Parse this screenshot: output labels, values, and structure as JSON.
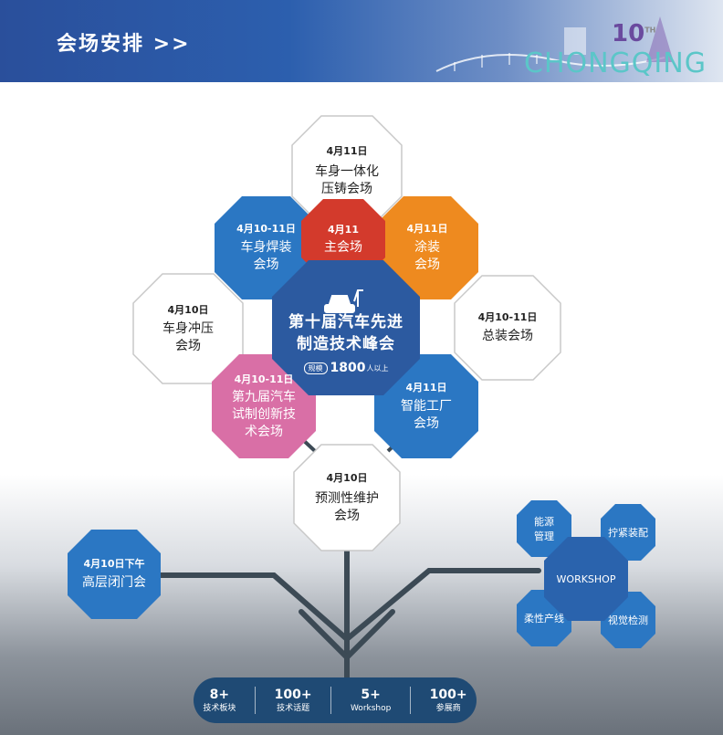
{
  "header": {
    "title": "会场安排 >>",
    "logo_word": "CHONGQING",
    "logo_num": "10",
    "logo_sup": "TH"
  },
  "nodes": {
    "top": {
      "date": "4月11日",
      "name1": "车身一体化",
      "name2": "压铸会场"
    },
    "welding": {
      "date": "4月10-11日",
      "name1": "车身焊装",
      "name2": "会场"
    },
    "main": {
      "date": "4月11",
      "name1": "主会场"
    },
    "painting": {
      "date": "4月11日",
      "name1": "涂装",
      "name2": "会场"
    },
    "stamping": {
      "date": "4月10日",
      "name1": "车身冲压",
      "name2": "会场"
    },
    "assembly": {
      "date": "4月10-11日",
      "name1": "总装会场"
    },
    "trial": {
      "date": "4月10-11日",
      "name1": "第九届汽车",
      "name2": "试制创新技",
      "name3": "术会场"
    },
    "smart": {
      "date": "4月11日",
      "name1": "智能工厂",
      "name2": "会场"
    },
    "predict": {
      "date": "4月10日",
      "name1": "预测性维护",
      "name2": "会场"
    },
    "closed": {
      "date": "4月10日下午",
      "name1": "高层闭门会"
    }
  },
  "center": {
    "title1": "第十届汽车先进",
    "title2": "制造技术峰会",
    "scale_tag": "规模",
    "scale_num": "1800",
    "scale_unit": "人以上"
  },
  "workshop": {
    "center": "WORKSHOP",
    "energy1": "能源",
    "energy2": "管理",
    "tighten": "拧紧装配",
    "flex": "柔性产线",
    "vision": "视觉检测"
  },
  "stats": [
    {
      "value": "8+",
      "label": "技术板块"
    },
    {
      "value": "100+",
      "label": "技术话题"
    },
    {
      "value": "5+",
      "label": "Workshop"
    },
    {
      "value": "100+",
      "label": "参展商"
    }
  ],
  "colors": {
    "blue": "#2b77c3",
    "darkblue": "#2c5aa0",
    "orange": "#ee8a1f",
    "red": "#d33a2c",
    "pink": "#d96fa6",
    "stem": "#3c4a55"
  }
}
